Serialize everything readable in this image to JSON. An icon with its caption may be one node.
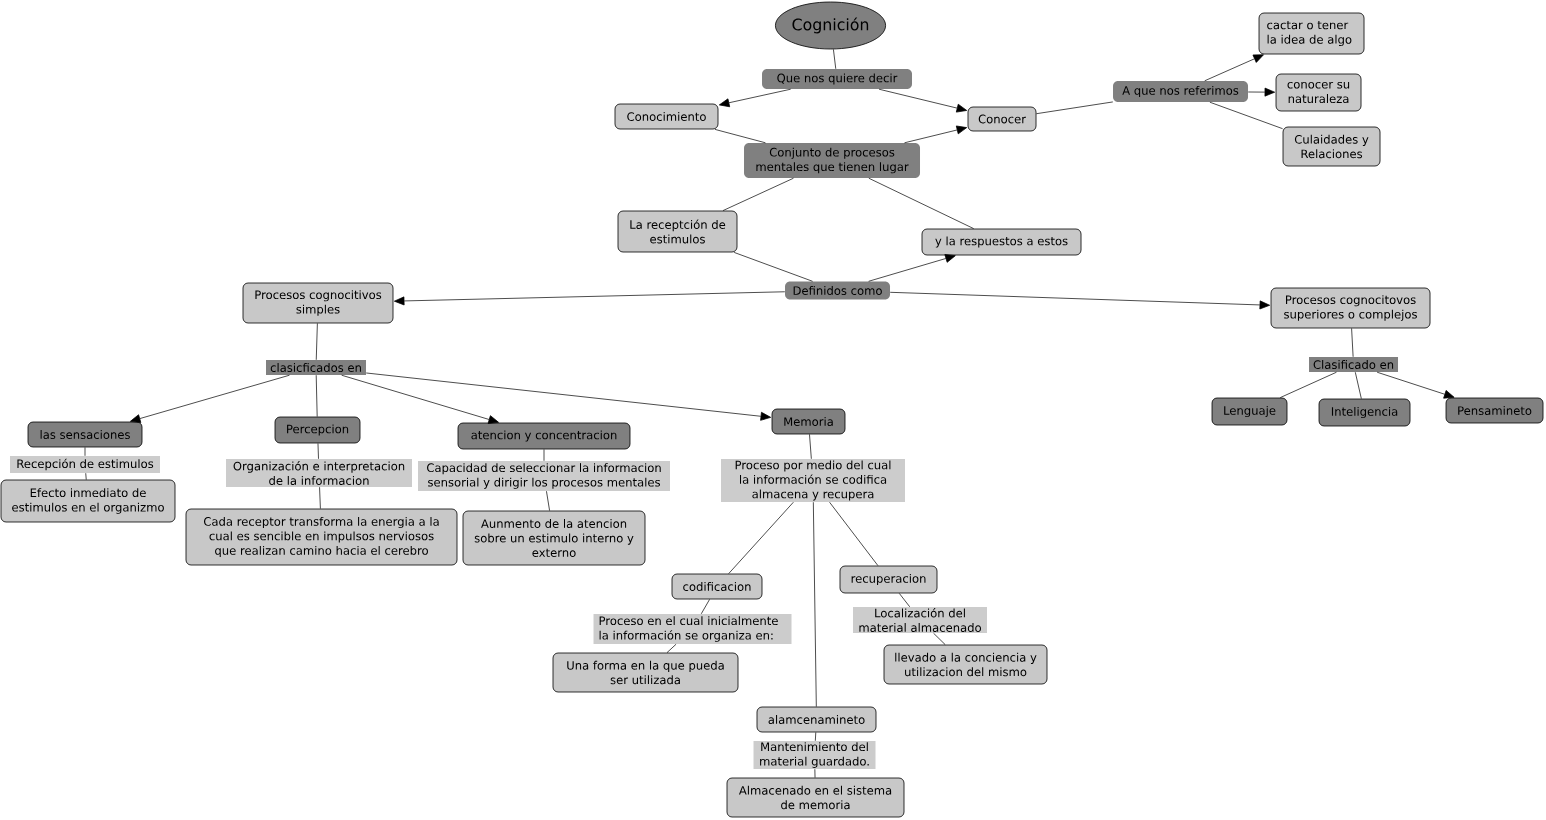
{
  "diagram": {
    "nodes": [
      {
        "text": [
          "Cognición"
        ]
      },
      {
        "text": [
          "Que nos quiere decir"
        ]
      },
      {
        "text": [
          "Conocimiento"
        ]
      },
      {
        "text": [
          "Conocer"
        ]
      },
      {
        "text": [
          "A que nos referimos"
        ]
      },
      {
        "text": [
          "cactar o tener la idea de algo"
        ]
      },
      {
        "text": [
          "conocer su naturaleza"
        ]
      },
      {
        "text": [
          "Culaidades y Relaciones"
        ]
      },
      {
        "text": [
          "Conjunto de procesos mentales que tienen lugar"
        ]
      },
      {
        "text": [
          "La receptción de estimulos"
        ]
      },
      {
        "text": [
          "y la respuestos a estos"
        ]
      },
      {
        "text": [
          "Definidos como"
        ]
      },
      {
        "text": [
          "Procesos cognocitivos simples"
        ]
      },
      {
        "text": [
          "Procesos cognocitovos superiores o complejos"
        ]
      },
      {
        "text": [
          "clasicficados en"
        ]
      },
      {
        "text": [
          "las sensaciones"
        ]
      },
      {
        "text": [
          "Percepcion"
        ]
      },
      {
        "text": [
          "atencion y concentracion"
        ]
      },
      {
        "text": [
          "Memoria"
        ]
      },
      {
        "text": [
          "Recepción de estimulos"
        ]
      },
      {
        "text": [
          "Efecto inmediato de estimulos en el organizmo"
        ]
      },
      {
        "text": [
          "Organización e interpretacion de la informacion"
        ]
      },
      {
        "text": [
          "Cada receptor transforma la energia a la cual es sencible en impulsos nerviosos que realizan camino hacia el cerebro"
        ]
      },
      {
        "text": [
          "Capacidad de seleccionar la informacion sensorial y dirigir los procesos mentales"
        ]
      },
      {
        "text": [
          "Aunmento de la atencion sobre un estimulo interno y externo"
        ]
      },
      {
        "text": [
          "Proceso por medio del cual la información se codifica almacena y recupera"
        ]
      },
      {
        "text": [
          "codificacion"
        ]
      },
      {
        "text": [
          "recuperacion"
        ]
      },
      {
        "text": [
          "Proceso en el cual inicialmente la información se organiza en:"
        ]
      },
      {
        "text": [
          "Localización del material almacenado"
        ]
      },
      {
        "text": [
          "Una forma en la que pueda ser utilizada"
        ]
      },
      {
        "text": [
          "llevado a la conciencia y utilizacion del mismo"
        ]
      },
      {
        "text": [
          "alamcenamineto"
        ]
      },
      {
        "text": [
          "Mantenimiento del material guardado."
        ]
      },
      {
        "text": [
          "Almacenado en el sistema de memoria"
        ]
      },
      {
        "text": [
          "Clasificado en"
        ]
      },
      {
        "text": [
          "Lenguaje"
        ]
      },
      {
        "text": [
          "Inteligencia"
        ]
      },
      {
        "text": [
          "Pensamineto"
        ]
      }
    ],
    "edges": [
      {
        "from": 0,
        "to": 1,
        "arrow": "none"
      },
      {
        "from": 1,
        "to": 2,
        "arrow": "to"
      },
      {
        "from": 1,
        "to": 3,
        "arrow": "to"
      },
      {
        "from": 2,
        "to": 8,
        "arrow": "none"
      },
      {
        "from": 8,
        "to": 3,
        "arrow": "to"
      },
      {
        "from": 3,
        "to": 4,
        "arrow": "none"
      },
      {
        "from": 4,
        "to": 5,
        "arrow": "to"
      },
      {
        "from": 4,
        "to": 6,
        "arrow": "to"
      },
      {
        "from": 4,
        "to": 7,
        "arrow": "none"
      },
      {
        "from": 8,
        "to": 9,
        "arrow": "none"
      },
      {
        "from": 8,
        "to": 10,
        "arrow": "none"
      },
      {
        "from": 9,
        "to": 11,
        "arrow": "none"
      },
      {
        "from": 11,
        "to": 10,
        "arrow": "to"
      },
      {
        "from": 11,
        "to": 12,
        "arrow": "to"
      },
      {
        "from": 11,
        "to": 13,
        "arrow": "to"
      },
      {
        "from": 12,
        "to": 14,
        "arrow": "none"
      },
      {
        "from": 14,
        "to": 15,
        "arrow": "to"
      },
      {
        "from": 14,
        "to": 16,
        "arrow": "none"
      },
      {
        "from": 14,
        "to": 17,
        "arrow": "to"
      },
      {
        "from": 14,
        "to": 18,
        "arrow": "to"
      },
      {
        "from": 15,
        "to": 19,
        "arrow": "none"
      },
      {
        "from": 19,
        "to": 20,
        "arrow": "none"
      },
      {
        "from": 16,
        "to": 21,
        "arrow": "none"
      },
      {
        "from": 21,
        "to": 22,
        "arrow": "none"
      },
      {
        "from": 17,
        "to": 23,
        "arrow": "none"
      },
      {
        "from": 23,
        "to": 24,
        "arrow": "none"
      },
      {
        "from": 18,
        "to": 25,
        "arrow": "none"
      },
      {
        "from": 25,
        "to": 26,
        "arrow": "none"
      },
      {
        "from": 25,
        "to": 27,
        "arrow": "none"
      },
      {
        "from": 25,
        "to": 32,
        "arrow": "none"
      },
      {
        "from": 26,
        "to": 28,
        "arrow": "none"
      },
      {
        "from": 28,
        "to": 30,
        "arrow": "none"
      },
      {
        "from": 27,
        "to": 29,
        "arrow": "none"
      },
      {
        "from": 29,
        "to": 31,
        "arrow": "none"
      },
      {
        "from": 32,
        "to": 33,
        "arrow": "none"
      },
      {
        "from": 33,
        "to": 34,
        "arrow": "none"
      },
      {
        "from": 13,
        "to": 35,
        "arrow": "none"
      },
      {
        "from": 35,
        "to": 36,
        "arrow": "none"
      },
      {
        "from": 35,
        "to": 37,
        "arrow": "none"
      },
      {
        "from": 35,
        "to": 38,
        "arrow": "to"
      }
    ]
  }
}
